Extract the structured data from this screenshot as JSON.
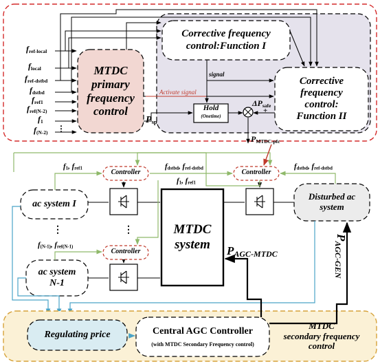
{
  "primary": {
    "inputs": [
      {
        "f": "f",
        "sub": "ref-local"
      },
      {
        "f": "f",
        "sub": "local"
      },
      {
        "f": "f",
        "sub": "ref-dstbd"
      },
      {
        "f": "f",
        "sub": "dstbd"
      },
      {
        "f": "f",
        "sub": "ref1"
      },
      {
        "f": "f",
        "sub": "ref(N-2)"
      },
      {
        "f": "f",
        "sub": "1"
      },
      {
        "f": "f",
        "sub": "(N-2)"
      }
    ],
    "ellipsis": "⋮",
    "block_label_lines": [
      "MTDC",
      "primary",
      "frequency",
      "control"
    ],
    "corrective1_label": "Corrective frequency control:Function I",
    "corrective2_label_lines": [
      "Corrective",
      "frequency",
      "control:",
      "Function II"
    ],
    "signal_label": "signal",
    "activate_label": "Activate signal",
    "hold_label": "Hold",
    "hold_sub": "(Onetime)",
    "psp_main": "P",
    "psp_sub": "sp",
    "dpsafe_main": "ΔP",
    "dpsafe_sub": "safe",
    "pmtdc_pfc_main": "P",
    "pmtdc_pfc_sub": "MTDC-pfc",
    "sum_sign": "+",
    "mult_sign": "×"
  },
  "system": {
    "controller_label": "Controller",
    "ac1_label": "ac system I",
    "acn1_lines": [
      "ac system",
      "N-1"
    ],
    "disturbed_lines": [
      "Disturbed ac",
      "system"
    ],
    "mtdc_lines": [
      "MTDC",
      "system"
    ],
    "sig_f1": {
      "a": "f",
      "a_sub": "1",
      "b": "f",
      "b_sub": "ref1"
    },
    "sig_dstbd": {
      "a": "f",
      "a_sub": "dstbd",
      "b": "f",
      "b_sub": "ref-dstbd"
    },
    "sig_fn1": {
      "a": "f",
      "a_sub": "(N-1)",
      "b": "f",
      "b_sub": "ref(N-1)"
    },
    "p_agc_mtdc": {
      "main": "P",
      "sub": "AGC-MTDC"
    },
    "p_agc_gen": {
      "main": "P",
      "sub": "AGC-GEN"
    },
    "vdots": "⋮"
  },
  "secondary": {
    "regulating_price": "Regulating price",
    "central_title": "Central AGC Controller",
    "central_sub": "(with MTDC Secondary Frequency control)",
    "label_lines": [
      "MTDC",
      "secondary frequency",
      "control"
    ]
  },
  "colors": {
    "primary_border": "#d42a2a",
    "primary_block_fill": "#f2d7d2",
    "corrective_fill": "#e5e2ec",
    "secondary_border": "#d6a23a",
    "secondary_fill": "#fbf1d6",
    "regulating_fill": "#d9ecf2",
    "green_arrow": "#8fb96a",
    "blue_arrow": "#4aa3c7",
    "red_arrow": "#c0392b",
    "controller_border": "#c0392b"
  }
}
